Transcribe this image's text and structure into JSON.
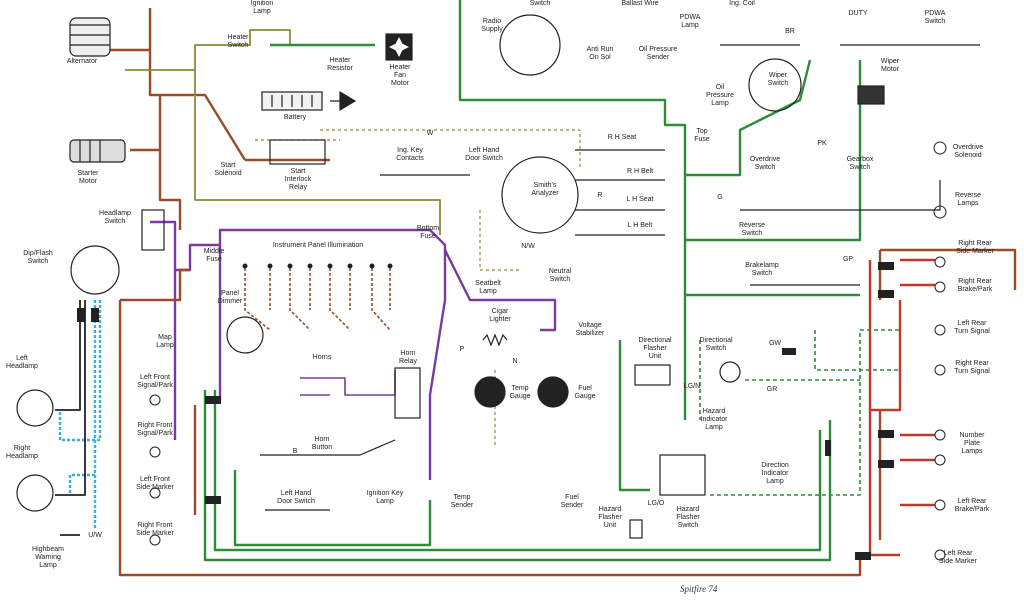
{
  "caption": "Spitfire 74",
  "colors": {
    "green": "#2e8b3a",
    "purple": "#7a3a9e",
    "brown": "#9b4a2a",
    "red": "#c0392b",
    "cyan": "#3ab0d8",
    "olive": "#8a8a3a",
    "black": "#222222",
    "gray": "#8a8a8a"
  },
  "components": {
    "alternator": "Alternator",
    "starter_motor": "Starter\nMotor",
    "ignition_lamp": "Ignition\nLamp",
    "heater_switch": "Heater\nSwitch",
    "heater_resistor": "Heater\nResistor",
    "heater_fan_motor": "Heater\nFan\nMotor",
    "battery": "Battery",
    "start_solenoid": "Start\nSolenoid",
    "start_interlock_relay": "Start\nInterlock\nRelay",
    "ing_key_contacts": "Ing. Key\nContacts",
    "left_hand_door_switch_top": "Left Hand\nDoor Switch",
    "radio_supply": "Radio\nSupply",
    "switch": "Switch",
    "ballast_wire": "Ballast Wire",
    "ing_coil": "Ing. Coil",
    "pdwa_lamp": "PDWA\nLamp",
    "duty": "DUTY",
    "pdwa_switch": "PDWA\nSwitch",
    "anti_run_on_sol": "Anti Run\nOn Sol",
    "oil_pressure_sender": "Oil Pressure\nSender",
    "oil_pressure_lamp": "Oil\nPressure\nLamp",
    "wiper_switch": "Wiper\nSwitch",
    "wiper_motor": "Wiper\nMotor",
    "top_fuse": "Top\nFuse",
    "overdrive_switch": "Overdrive\nSwitch",
    "gearbox_switch": "Gearbox\nSwitch",
    "overdrive_solenoid": "Overdrive\nSolenoid",
    "rh_seat": "R H  Seat",
    "rh_belt": "R H  Belt",
    "lh_seat": "L H  Seat",
    "lh_belt": "L H  Belt",
    "smiths_analyzer": "Smith's\nAnalyzer",
    "reverse_switch": "Reverse\nSwitch",
    "reverse_lamps": "Reverse\nLamps",
    "headlamp_switch": "Headlamp\nSwitch",
    "dip_flash_switch": "Dip/Flash\nSwitch",
    "middle_fuse": "Middle\nFuse",
    "instrument_panel_illumination": "Instrument Panel Illumination",
    "bottom_fuse": "Bottom\nFuse",
    "neutral_switch": "Neutral\nSwitch",
    "seatbelt_lamp": "Seatbelt\nLamp",
    "brakelamp_switch": "Brakelamp\nSwitch",
    "right_rear_side_marker": "Right Rear\nSide Marker",
    "right_rear_brake_park": "Right Rear\nBrake/Park",
    "left_headlamp": "Left\nHeadlamp",
    "right_headlamp": "Right\nHeadlamp",
    "highbeam_warning_lamp": "Highbeam\nWarning\nLamp",
    "panel_dimmer": "Panel\nDimmer",
    "map_lamp": "Map\nLamp",
    "cigar_lighter": "Cigar\nLighter",
    "voltage_stabilizer": "Voltage\nStabilizer",
    "directional_flasher_unit": "Directional\nFlasher\nUnit",
    "directional_switch": "Directional\nSwitch",
    "left_rear_turn_signal": "Left Rear\nTurn Signal",
    "right_rear_turn_signal": "Right Rear\nTurn Signal",
    "left_front_signal_park": "Left Front\nSignal/Park",
    "right_front_signal_park": "Right Front\nSignal/Park",
    "horns": "Horns",
    "horn_relay": "Horn\nRelay",
    "temp_gauge": "Temp\nGauge",
    "fuel_gauge": "Fuel\nGauge",
    "hazard_indicator_lamp": "Hazard\nIndicator\nLamp",
    "direction_indicator_lamp": "Direction\nIndicator\nLamp",
    "horn_button": "Horn\nButton",
    "left_front_side_marker": "Left Front\nSide Marker",
    "right_front_side_marker": "Right Front\nSide Marker",
    "left_hand_door_switch_bottom": "Left Hand\nDoor Switch",
    "ignition_key_lamp": "Ignition Key\nLamp",
    "temp_sender": "Temp\nSender",
    "fuel_sender": "Fuel\nSender",
    "hazard_flasher_unit": "Hazard\nFlasher\nUnit",
    "hazard_flasher_switch": "Hazard\nFlasher\nSwitch",
    "number_plate_lamps": "Number\nPlate\nLamps",
    "left_rear_brake_park": "Left Rear\nBrake/Park",
    "left_rear_side_marker": "Left Rear\nSide Marker"
  },
  "wire_codes": {
    "br": "BR",
    "w": "W",
    "gp": "GP",
    "gw": "GW",
    "gr": "GR",
    "lgn": "LG/N",
    "nw": "N/W",
    "uw": "U/W",
    "pk": "PK",
    "b": "B",
    "g": "G",
    "r": "R",
    "p": "P",
    "lgo": "LG/O",
    "n": "N"
  }
}
